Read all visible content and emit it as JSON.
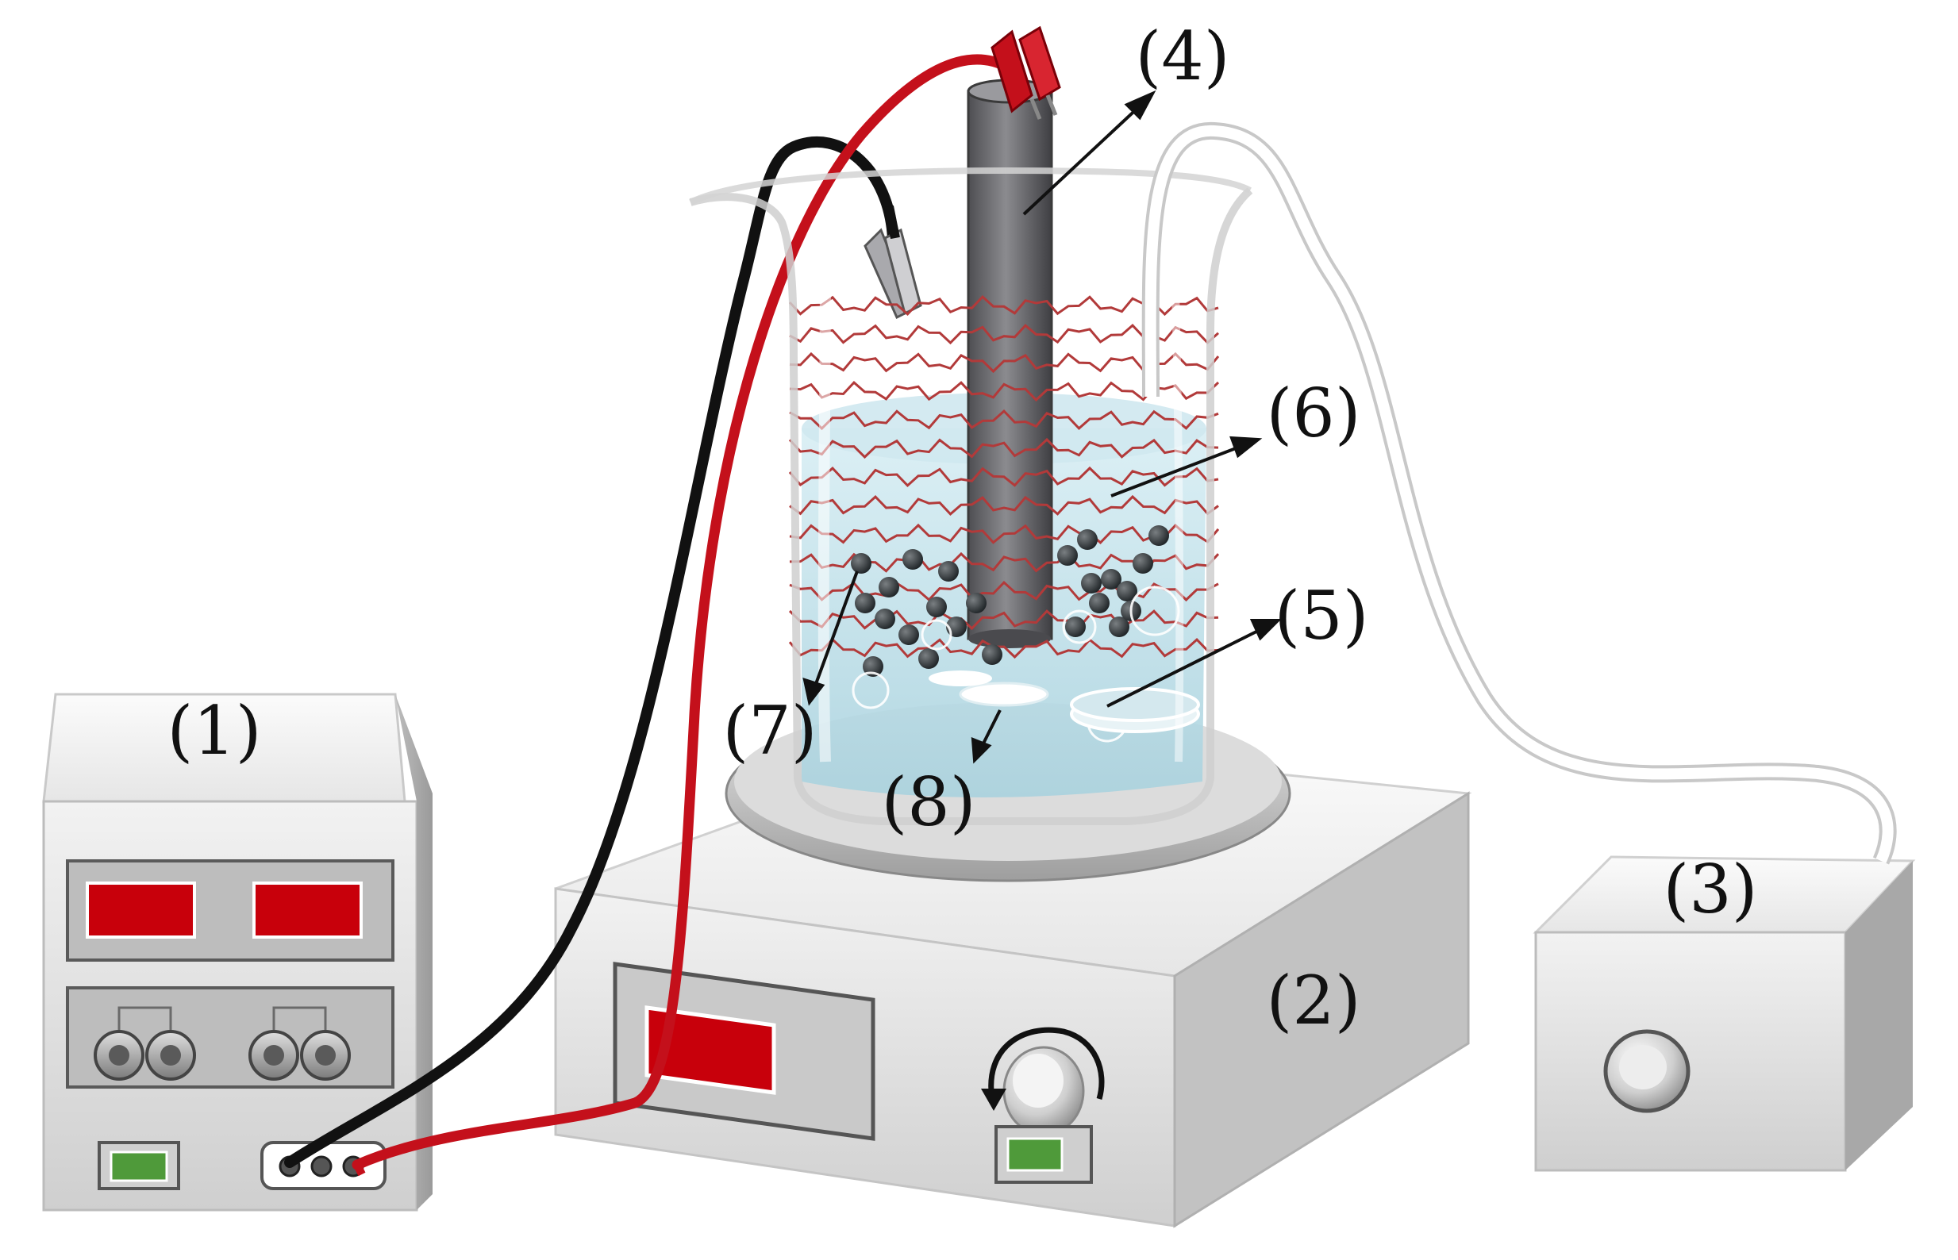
{
  "labels": {
    "power_supply": "(1)",
    "stirrer": "(2)",
    "pump": "(3)",
    "electrode": "(4)",
    "magnetic_bar": "(5)",
    "mesh": "(6)",
    "particles": "(7)",
    "stir_bar": "(8)"
  },
  "colors": {
    "red_display": "#c8000b",
    "green_button": "#4f9a3a",
    "red_wire": "#c4101b",
    "black_wire": "#111111",
    "mesh_wire": "#b23a3a",
    "liquid": "#bfe0ea",
    "electrode": "#6f6f72",
    "device_body": "#dcdcdc"
  }
}
